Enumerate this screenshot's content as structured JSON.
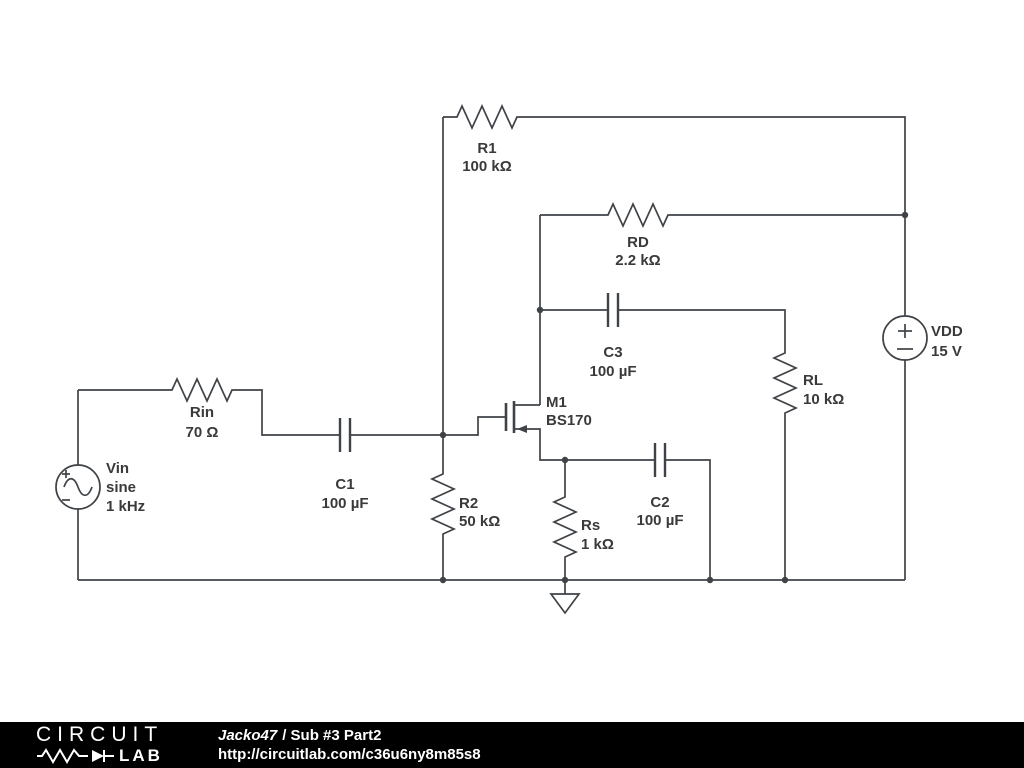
{
  "footer": {
    "logo_line1": "CIRCUIT",
    "logo_line2": "LAB",
    "author": "Jacko47",
    "title": "/ Sub #3 Part2",
    "url": "http://circuitlab.com/c36u6ny8m85s8"
  },
  "colors": {
    "wire": "#3f4347",
    "label": "#3a3a3a",
    "footer_bg": "#000000",
    "footer_text": "#ffffff"
  },
  "schematic": {
    "components": {
      "r1": {
        "label": "R1",
        "value": "100 kΩ"
      },
      "rd": {
        "label": "RD",
        "value": "2.2 kΩ"
      },
      "c3": {
        "label": "C3",
        "value": "100 µF"
      },
      "rl": {
        "label": "RL",
        "value": "10 kΩ"
      },
      "vdd": {
        "label": "VDD",
        "value": "15 V"
      },
      "rin": {
        "label": "Rin",
        "value": "70 Ω"
      },
      "vin": {
        "label": "Vin",
        "value1": "sine",
        "value2": "1 kHz"
      },
      "c1": {
        "label": "C1",
        "value": "100 µF"
      },
      "r2": {
        "label": "R2",
        "value": "50 kΩ"
      },
      "m1": {
        "label": "M1",
        "value": "BS170"
      },
      "rs": {
        "label": "Rs",
        "value": "1 kΩ"
      },
      "c2": {
        "label": "C2",
        "value": "100 µF"
      }
    }
  }
}
